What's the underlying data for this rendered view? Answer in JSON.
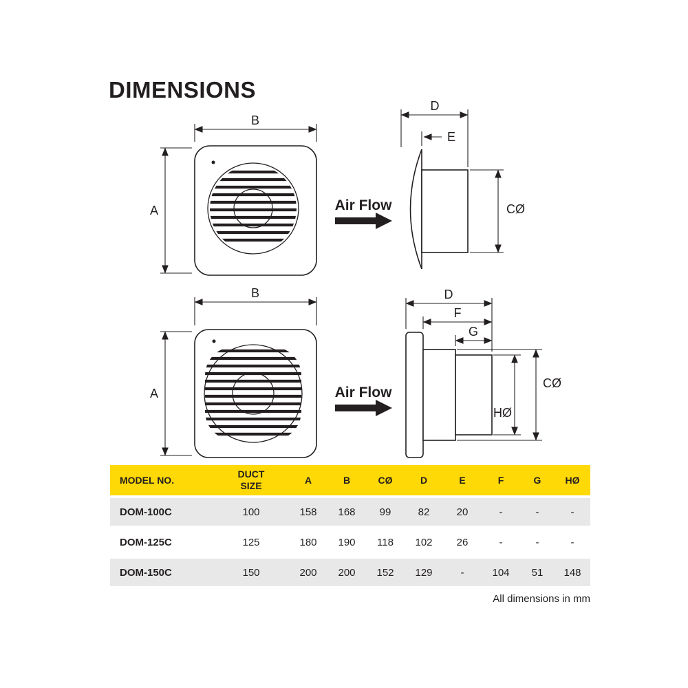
{
  "title": "DIMENSIONS",
  "labels": {
    "a": "A",
    "b": "B",
    "c": "CØ",
    "d": "D",
    "e": "E",
    "f": "F",
    "g": "G",
    "h": "HØ",
    "air_flow": "Air Flow"
  },
  "table": {
    "headers": [
      "MODEL NO.",
      "DUCT\nSIZE",
      "A",
      "B",
      "CØ",
      "D",
      "E",
      "F",
      "G",
      "HØ"
    ],
    "rows": [
      [
        "DOM-100C",
        "100",
        "158",
        "168",
        "99",
        "82",
        "20",
        "-",
        "-",
        "-"
      ],
      [
        "DOM-125C",
        "125",
        "180",
        "190",
        "118",
        "102",
        "26",
        "-",
        "-",
        "-"
      ],
      [
        "DOM-150C",
        "150",
        "200",
        "200",
        "152",
        "129",
        "-",
        "104",
        "51",
        "148"
      ]
    ]
  },
  "note": "All dimensions in mm"
}
